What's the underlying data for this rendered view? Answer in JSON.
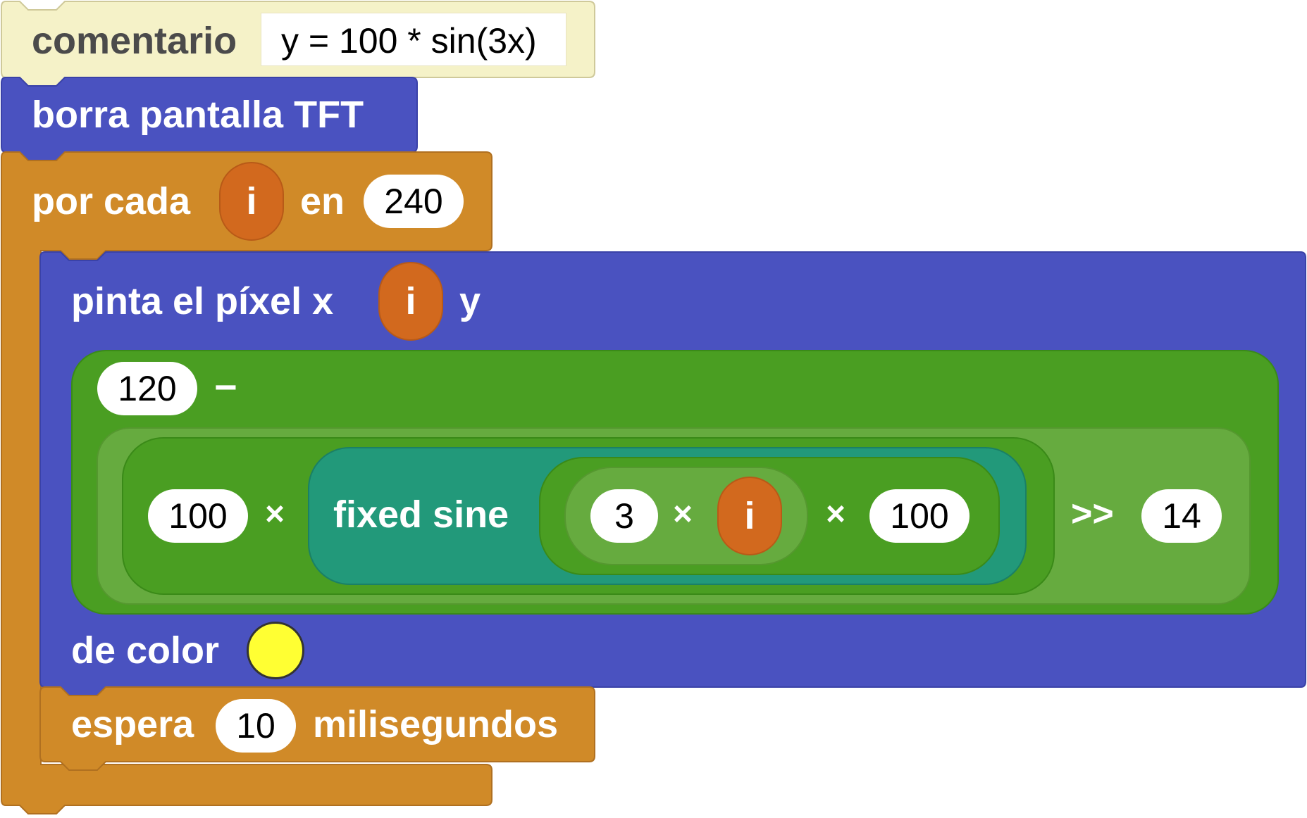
{
  "comment_block": {
    "label": "comentario",
    "value": "y = 100 * sin(3x)"
  },
  "clear_block": {
    "label": "borra pantalla TFT"
  },
  "for_block": {
    "label_pre": "por cada",
    "variable": "i",
    "label_mid": "en",
    "count": "240"
  },
  "pixel_block": {
    "label_pre": "pinta el píxel x",
    "x_variable": "i",
    "label_y": "y",
    "minuend": "120",
    "minus_op": "−",
    "mult_left": "100",
    "mult_op": "×",
    "sine_label": "fixed sine",
    "inner_left": "3",
    "inner_op": "×",
    "inner_var": "i",
    "inner_mult_op": "×",
    "inner_right": "100",
    "shift_op": ">>",
    "shift_amount": "14",
    "color_label": "de color",
    "color_value": "#ffff33"
  },
  "wait_block": {
    "label_pre": "espera",
    "amount": "10",
    "label_post": "milisegundos"
  },
  "colors": {
    "comment_bg": "#f5f2c8",
    "motion_blue": "#4a52c0",
    "control_orange": "#d08a28",
    "variable_orange": "#d2691e",
    "operator_green": "#4a9e22",
    "operator_light_green": "#66ab3f",
    "sine_teal": "#22997a"
  }
}
